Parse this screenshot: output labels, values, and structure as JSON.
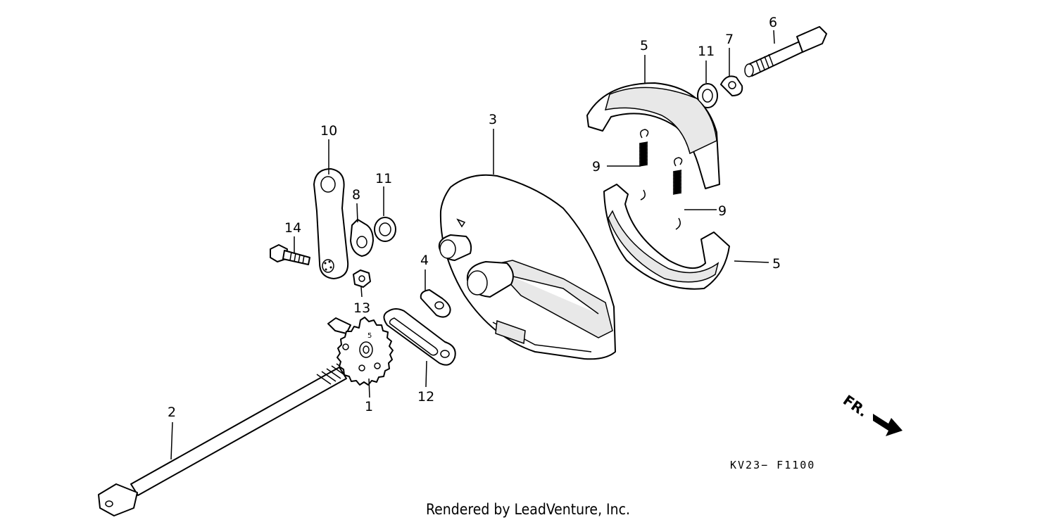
{
  "diagram": {
    "callouts": {
      "c1": "1",
      "c2": "2",
      "c3": "3",
      "c4": "4",
      "c5a": "5",
      "c5b": "5",
      "c6": "6",
      "c7": "7",
      "c8": "8",
      "c9a": "9",
      "c9b": "9",
      "c10": "10",
      "c11a": "11",
      "c11b": "11",
      "c12": "12",
      "c13": "13",
      "c14": "14"
    },
    "sprocket_mark": "5",
    "direction_label": "FR.",
    "diagram_code": "KV23− F1100"
  },
  "footer": {
    "credit": "Rendered by LeadVenture, Inc."
  }
}
